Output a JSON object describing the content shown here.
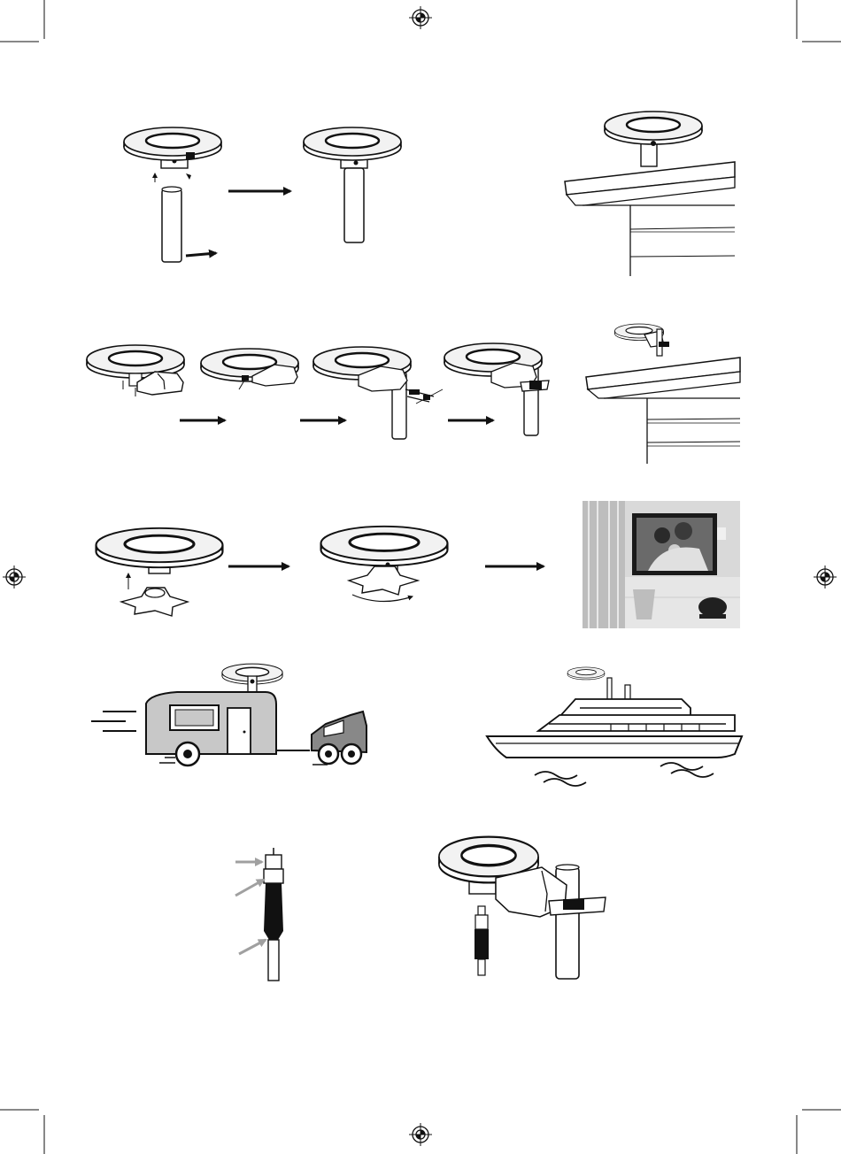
{
  "page": {
    "background": "#ffffff",
    "ink": "#111111",
    "trailer_fill": "#c8c8c8",
    "annotation_gray": "#a0a0a0"
  },
  "icons": {
    "registration": "registration-mark-icon",
    "arrow": "arrow-right-icon"
  },
  "sections": [
    {
      "id": "pole-mount",
      "steps": 3
    },
    {
      "id": "bracket-mount",
      "steps": 5
    },
    {
      "id": "indoor-base",
      "steps": 3
    },
    {
      "id": "vehicle-use",
      "steps": 2
    },
    {
      "id": "cable-connection",
      "steps": 2
    }
  ]
}
